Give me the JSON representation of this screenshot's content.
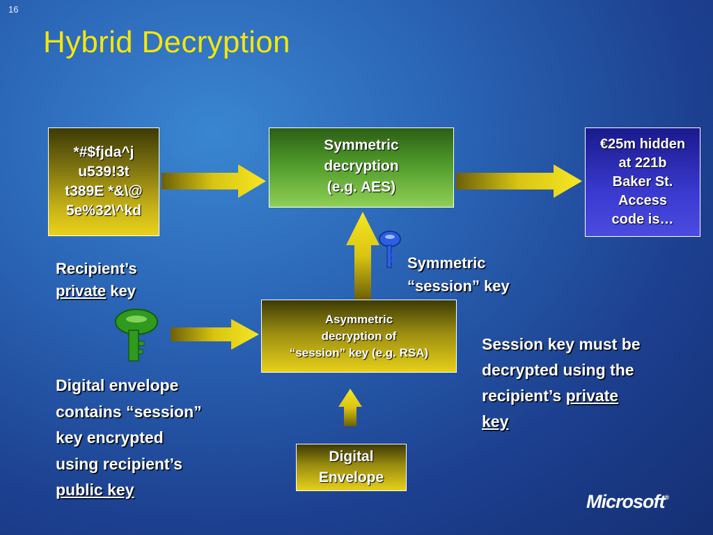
{
  "slide": {
    "number": "16",
    "title": "Hybrid Decryption"
  },
  "boxes": {
    "ciphertext": "*#$fjda^j\nu539!3t\nt389E *&\\@\n5e%32\\^kd",
    "symmetric": "Symmetric\ndecryption\n(e.g. AES)",
    "plaintext": "€25m hidden\nat 221b\nBaker St.\nAccess\ncode is…",
    "asymmetric": "Asymmetric\ndecryption of\n“session” key (e.g. RSA)",
    "envelope": "Digital\nEnvelope"
  },
  "labels": {
    "recipient_line1": "Recipient’s",
    "recipient_private": "private",
    "recipient_key": " key",
    "session_line1": "Symmetric",
    "session_line2": "“session” key",
    "envelope_line1": "Digital envelope",
    "envelope_line2": "contains “session”",
    "envelope_line3": "key encrypted",
    "envelope_line4": "using recipient’s",
    "envelope_public_key": "public key",
    "must_line1": "Session key must be",
    "must_line2": "decrypted using the",
    "must_line3": "recipient’s ",
    "must_private": "private",
    "must_key": "key"
  },
  "footer": {
    "logo": "Microsoft",
    "trademark": "®"
  },
  "colors": {
    "title": "#f5e60a",
    "arrow": "#f0dc10",
    "private_key_icon": "#2f9a1e",
    "session_key_icon": "#2e5fe0"
  }
}
